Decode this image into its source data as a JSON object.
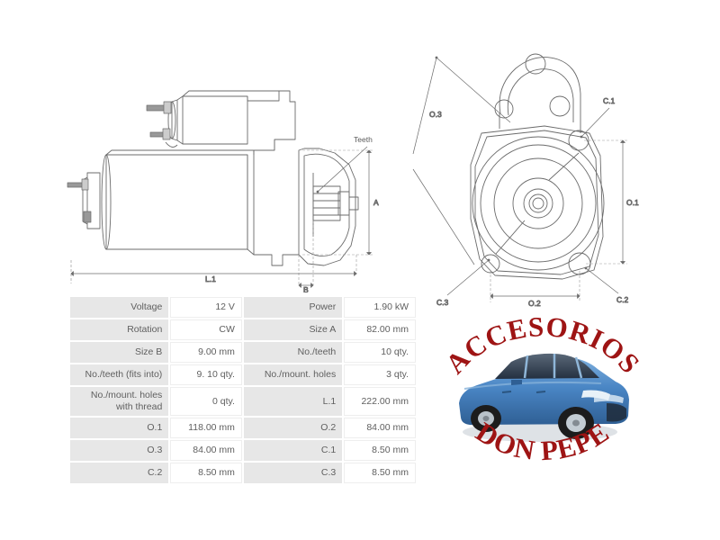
{
  "page": {
    "background_color": "#ffffff",
    "line_color": "#6b6b6b"
  },
  "side_view": {
    "name": "starter-motor-side-view",
    "annotations": {
      "teeth": "Teeth",
      "dim_a": "A",
      "dim_b": "B",
      "dim_l1": "L.1"
    }
  },
  "front_view": {
    "name": "starter-motor-flange-view",
    "annotations": {
      "dim_o1": "O.1",
      "dim_o2": "O.2",
      "dim_o3": "O.3",
      "dim_c1": "C.1",
      "dim_c2": "C.2",
      "dim_c3": "C.3"
    }
  },
  "spec_table": {
    "rows": [
      {
        "label_left": "Voltage",
        "value_left": "12 V",
        "label_right": "Power",
        "value_right": "1.90 kW"
      },
      {
        "label_left": "Rotation",
        "value_left": "CW",
        "label_right": "Size A",
        "value_right": "82.00 mm"
      },
      {
        "label_left": "Size B",
        "value_left": "9.00 mm",
        "label_right": "No./teeth",
        "value_right": "10 qty."
      },
      {
        "label_left": "No./teeth (fits into)",
        "value_left": "9. 10 qty.",
        "label_right": "No./mount. holes",
        "value_right": "3 qty."
      },
      {
        "label_left": "No./mount. holes with thread",
        "value_left": "0 qty.",
        "label_right": "L.1",
        "value_right": "222.00 mm"
      },
      {
        "label_left": "O.1",
        "value_left": "118.00 mm",
        "label_right": "O.2",
        "value_right": "84.00 mm"
      },
      {
        "label_left": "O.3",
        "value_left": "84.00 mm",
        "label_right": "C.1",
        "value_right": "8.50 mm"
      },
      {
        "label_left": "C.2",
        "value_left": "8.50 mm",
        "label_right": "C.3",
        "value_right": "8.50 mm"
      }
    ],
    "cell_label_color": "#e7e7e7",
    "cell_value_color": "#ffffff"
  },
  "watermark": {
    "text_top": "ACCESORIOS",
    "text_bottom": "DON PEPE",
    "text_color": "#9e1414",
    "car_body_color": "#4a86c5",
    "car_accent_color": "#2f5f94"
  }
}
